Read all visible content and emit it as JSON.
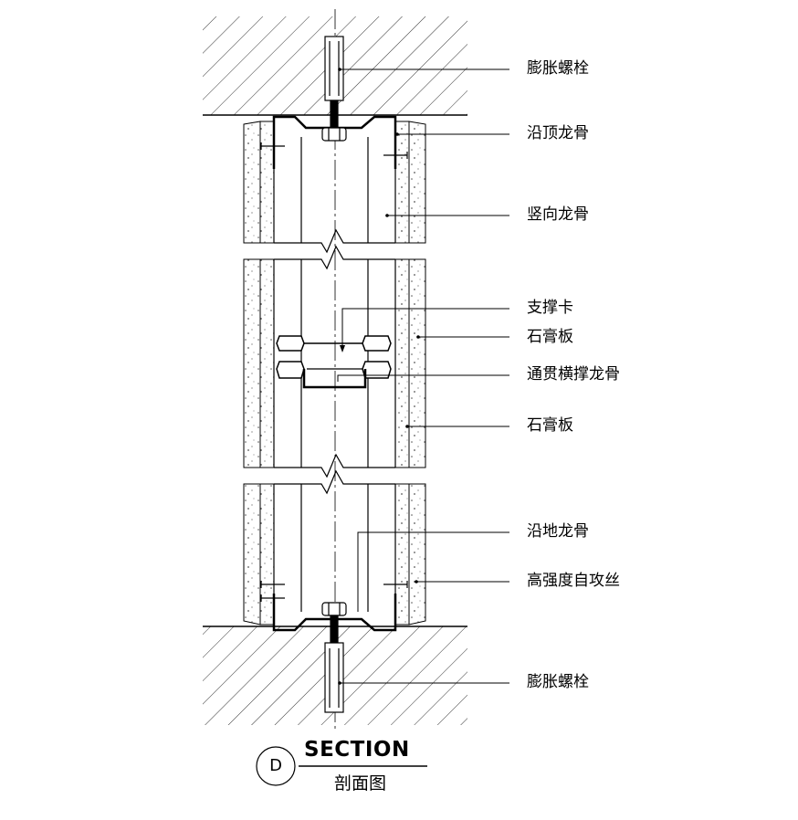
{
  "labels": {
    "bolt_top": "膨胀螺栓",
    "top_track": "沿顶龙骨",
    "stud": "竖向龙骨",
    "brace_clip": "支撑卡",
    "gypsum_1": "石膏板",
    "through_channel": "通贯横撑龙骨",
    "gypsum_2": "石膏板",
    "floor_track": "沿地龙骨",
    "screw": "高强度自攻丝",
    "bolt_bottom": "膨胀螺栓"
  },
  "section": {
    "id": "D",
    "title": "SECTION",
    "subtitle": "剖面图"
  }
}
